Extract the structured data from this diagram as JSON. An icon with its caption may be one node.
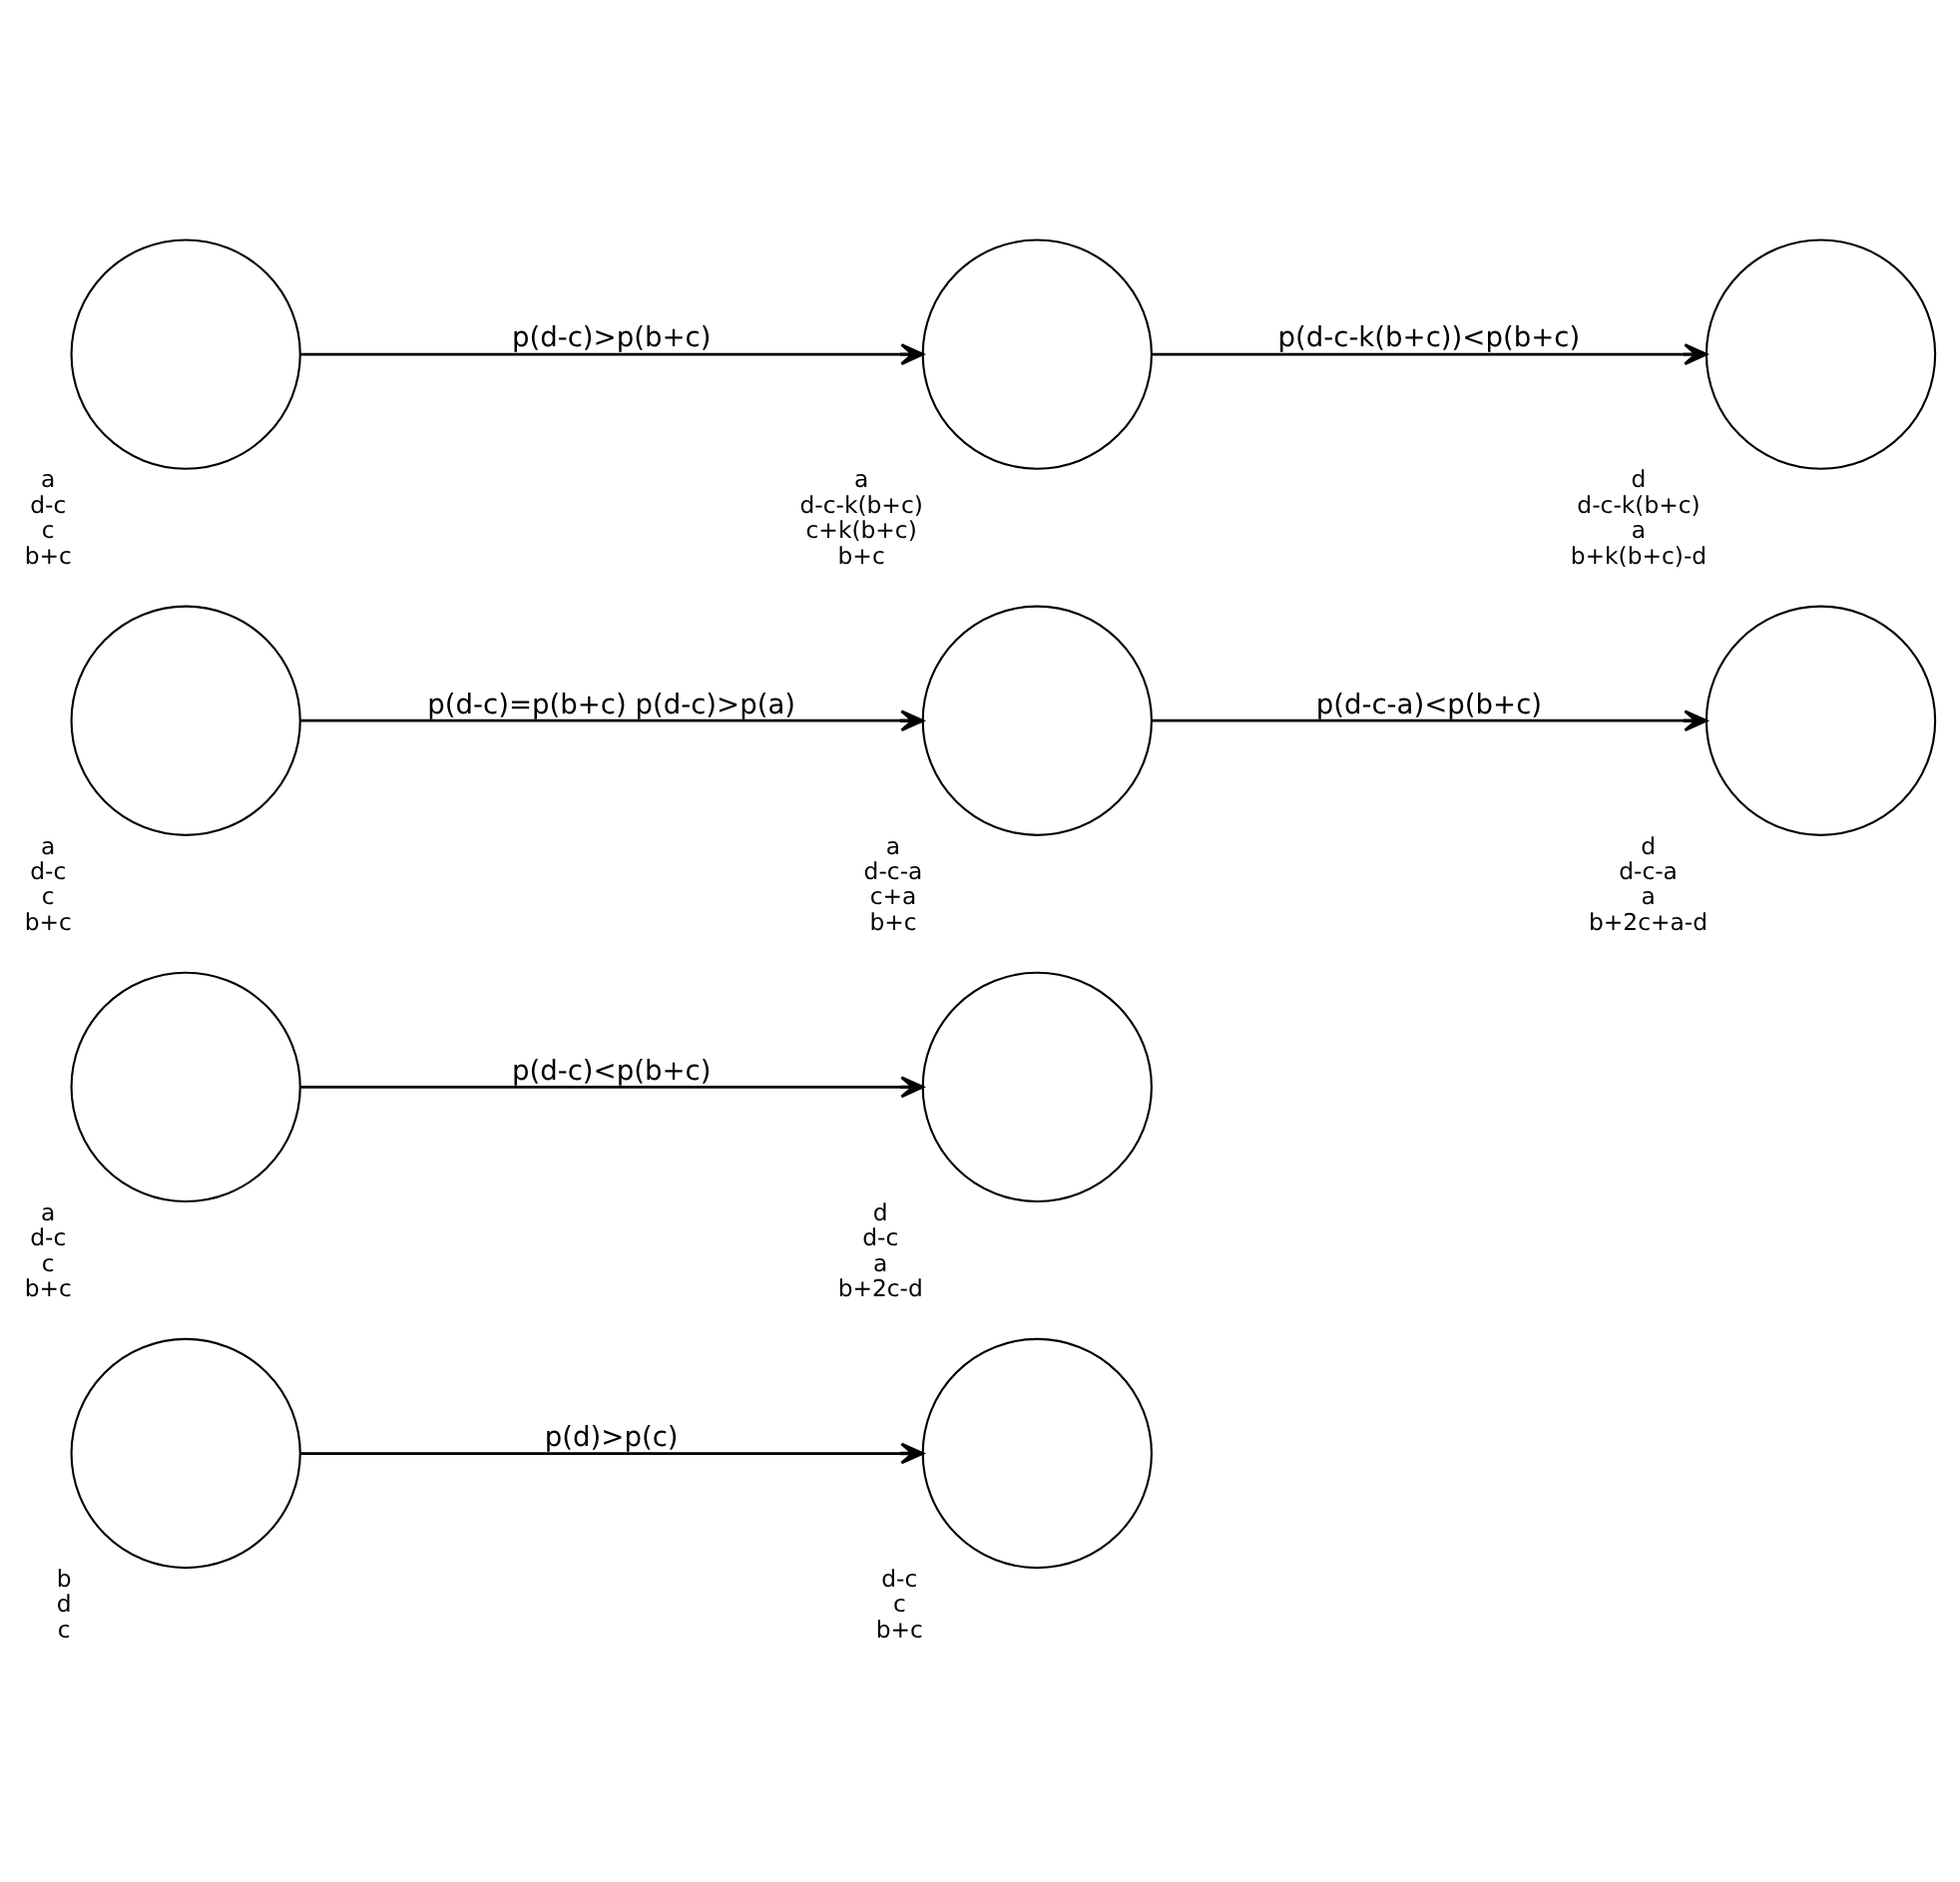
{
  "diagram": {
    "nodes": [
      {
        "text": [],
        "shape": "circle",
        "beside": [
          "b",
          "d",
          "c"
        ]
      },
      {
        "text": [],
        "shape": "circle",
        "beside": [
          "d-c",
          "c",
          "b+c"
        ]
      },
      {
        "text": [],
        "shape": "circle",
        "beside": [
          "a",
          "d-c",
          "c",
          "b+c"
        ]
      },
      {
        "text": [],
        "shape": "circle",
        "beside": [
          "d",
          "d-c",
          "a",
          "b+2c-d"
        ]
      },
      {
        "text": [],
        "shape": "circle",
        "beside": [
          "a",
          "d-c",
          "c",
          "b+c"
        ]
      },
      {
        "text": [],
        "shape": "circle",
        "beside": [
          "a",
          "d-c-a",
          "c+a",
          "b+c"
        ]
      },
      {
        "text": [],
        "shape": "circle",
        "beside": [
          "d",
          "d-c-a",
          "a",
          "b+2c+a-d"
        ]
      },
      {
        "text": [],
        "shape": "circle",
        "beside": [
          "a",
          "d-c",
          "c",
          "b+c"
        ]
      },
      {
        "text": [],
        "shape": "circle",
        "beside": [
          "a",
          "d-c-k(b+c)",
          "c+k(b+c)",
          "b+c"
        ]
      },
      {
        "text": [],
        "shape": "circle",
        "beside": [
          "d",
          "d-c-k(b+c)",
          "a",
          "b+k(b+c)-d"
        ]
      }
    ],
    "edges": [
      {
        "from": 0,
        "to": 1,
        "arrow": "to",
        "label": "p(d)>p(c)"
      },
      {
        "from": 2,
        "to": 3,
        "arrow": "to",
        "label": "p(d-c)<p(b+c)"
      },
      {
        "from": 4,
        "to": 5,
        "arrow": "to",
        "label": "p(d-c)=p(b+c) p(d-c)>p(a)"
      },
      {
        "from": 5,
        "to": 6,
        "arrow": "to",
        "label": "p(d-c-a)<p(b+c)"
      },
      {
        "from": 7,
        "to": 8,
        "arrow": "to",
        "label": "p(d-c)>p(b+c)"
      },
      {
        "from": 8,
        "to": 9,
        "arrow": "to",
        "label": "p(d-c-k(b+c))<p(b+c)"
      }
    ]
  }
}
